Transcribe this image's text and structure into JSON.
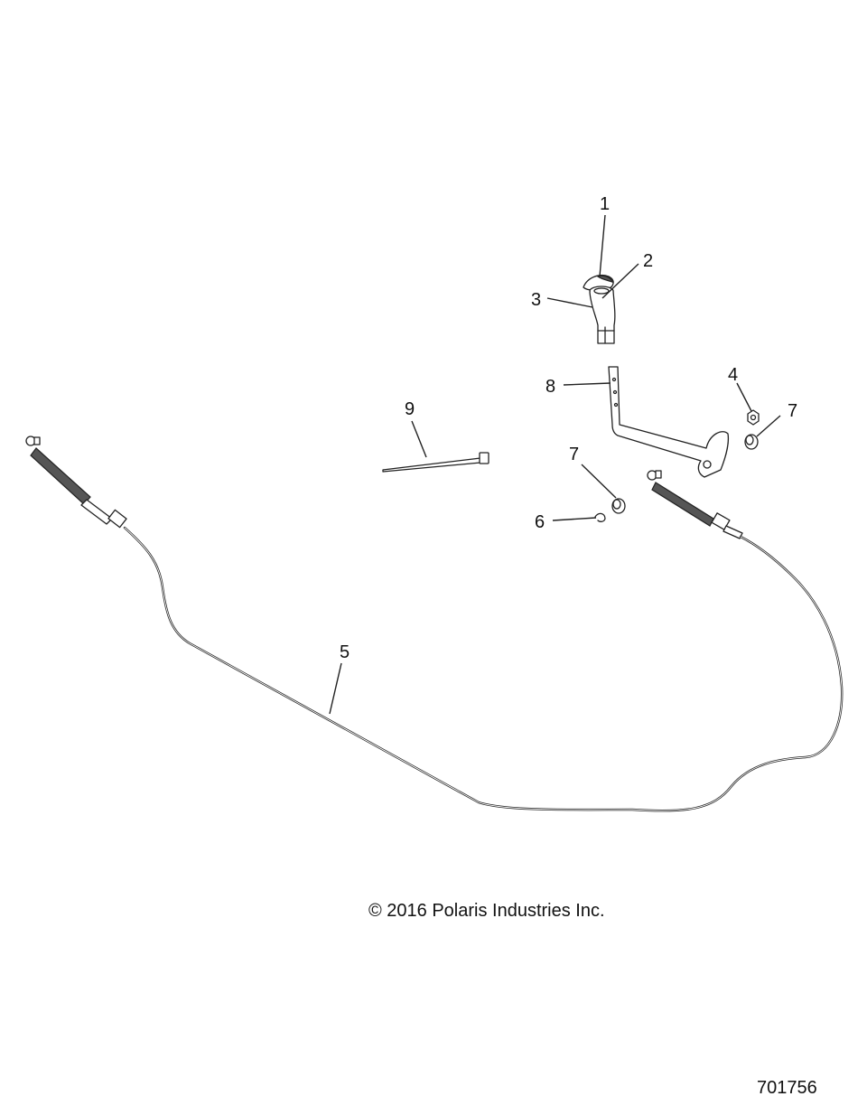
{
  "callouts": {
    "c1": "1",
    "c2": "2",
    "c3": "3",
    "c4": "4",
    "c5": "5",
    "c6": "6",
    "c7a": "7",
    "c7b": "7",
    "c8": "8",
    "c9": "9"
  },
  "footer": {
    "copyright": "© 2016 Polaris Industries Inc.",
    "drawing_number": "701756"
  }
}
